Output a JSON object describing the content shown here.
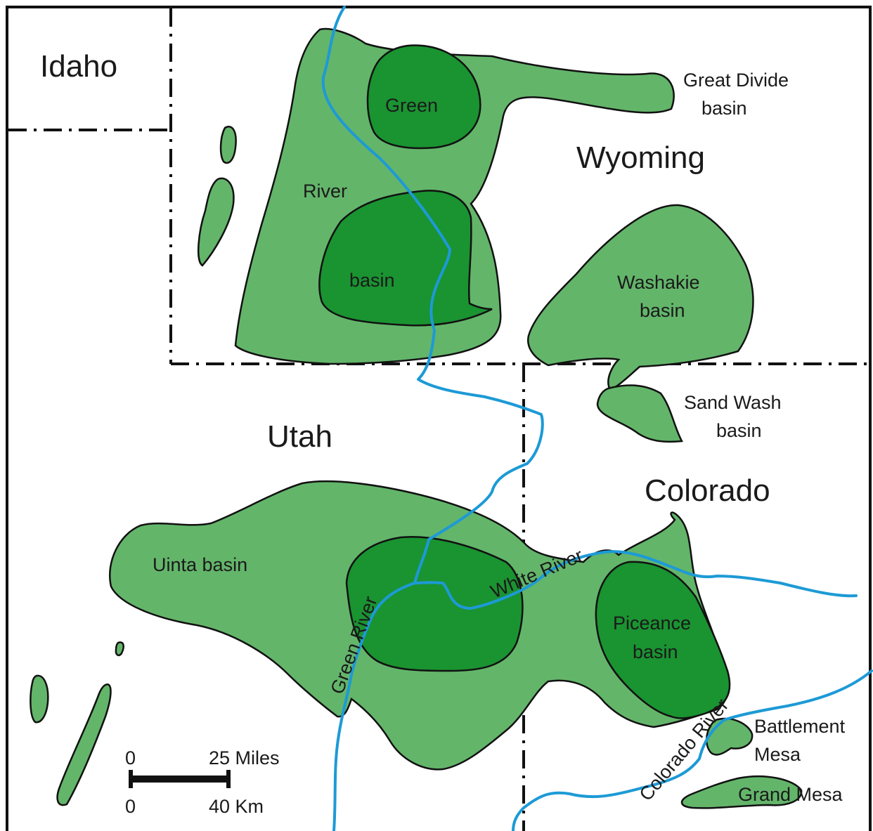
{
  "states": {
    "idaho": "Idaho",
    "wyoming": "Wyoming",
    "utah": "Utah",
    "colorado": "Colorado"
  },
  "basins": {
    "green_river_1": "Green",
    "green_river_2": "River",
    "green_river_3": "basin",
    "great_divide_1": "Great Divide",
    "great_divide_2": "basin",
    "washakie_1": "Washakie",
    "washakie_2": "basin",
    "sand_wash_1": "Sand Wash",
    "sand_wash_2": "basin",
    "uinta": "Uinta basin",
    "piceance_1": "Piceance",
    "piceance_2": "basin",
    "battlement_1": "Battlement",
    "battlement_2": "Mesa",
    "grand_mesa": "Grand Mesa"
  },
  "rivers": {
    "white": "White River",
    "green": "Green River",
    "colorado": "Colorado River"
  },
  "scale_bar": {
    "miles_zero": "0",
    "miles_value": "25 Miles",
    "km_zero": "0",
    "km_value": "40 Km"
  },
  "colors": {
    "basin_light": "#63b56a",
    "basin_dark": "#1a9331",
    "river": "#1d9ad6"
  }
}
